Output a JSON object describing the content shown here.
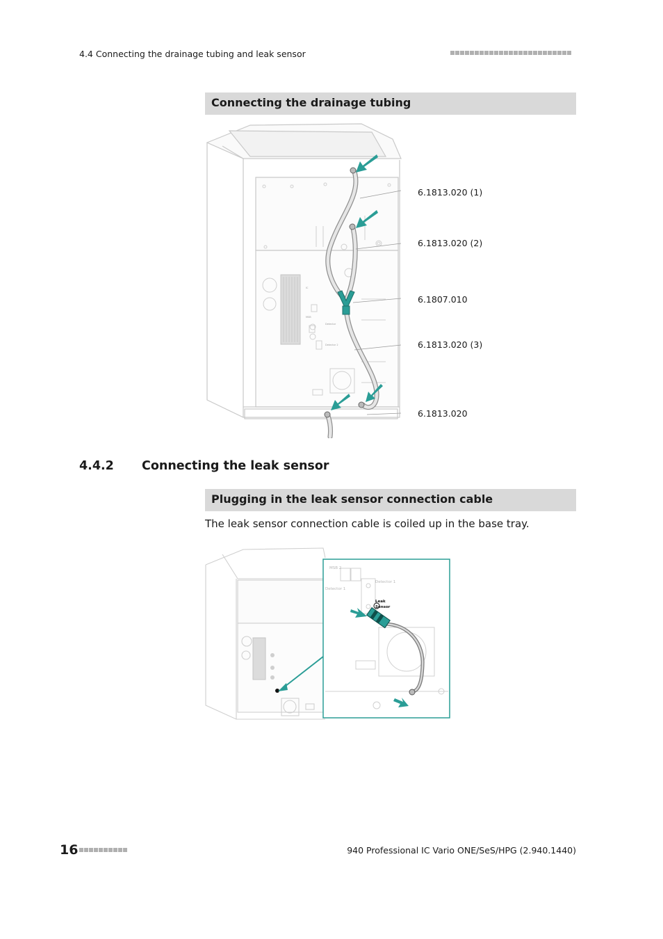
{
  "header": {
    "section_ref": "4.4 Connecting the drainage tubing and leak sensor"
  },
  "block1": {
    "title": "Connecting the drainage tubing",
    "callouts": [
      "6.1813.020 (1)",
      "6.1813.020 (2)",
      "6.1807.010",
      "6.1813.020 (3)",
      "6.1813.020"
    ]
  },
  "section": {
    "number": "4.4.2",
    "title": "Connecting the leak sensor"
  },
  "block2": {
    "title": "Plugging in the leak sensor connection cable",
    "text": "The leak sensor connection cable is coiled up in the base tray.",
    "detail_labels": {
      "msb2": "MSB 2",
      "detector1": "Detector 1",
      "detector1b": "Detector 1",
      "leak": "Leak",
      "sensor": "Sensor"
    }
  },
  "footer": {
    "page_number": "16",
    "document": "940 Professional IC Vario ONE/SeS/HPG (2.940.1440)"
  },
  "colors": {
    "accent": "#2a9d96",
    "bar_gray": "#d9d9d9",
    "square_gray": "#b0b0b0"
  }
}
